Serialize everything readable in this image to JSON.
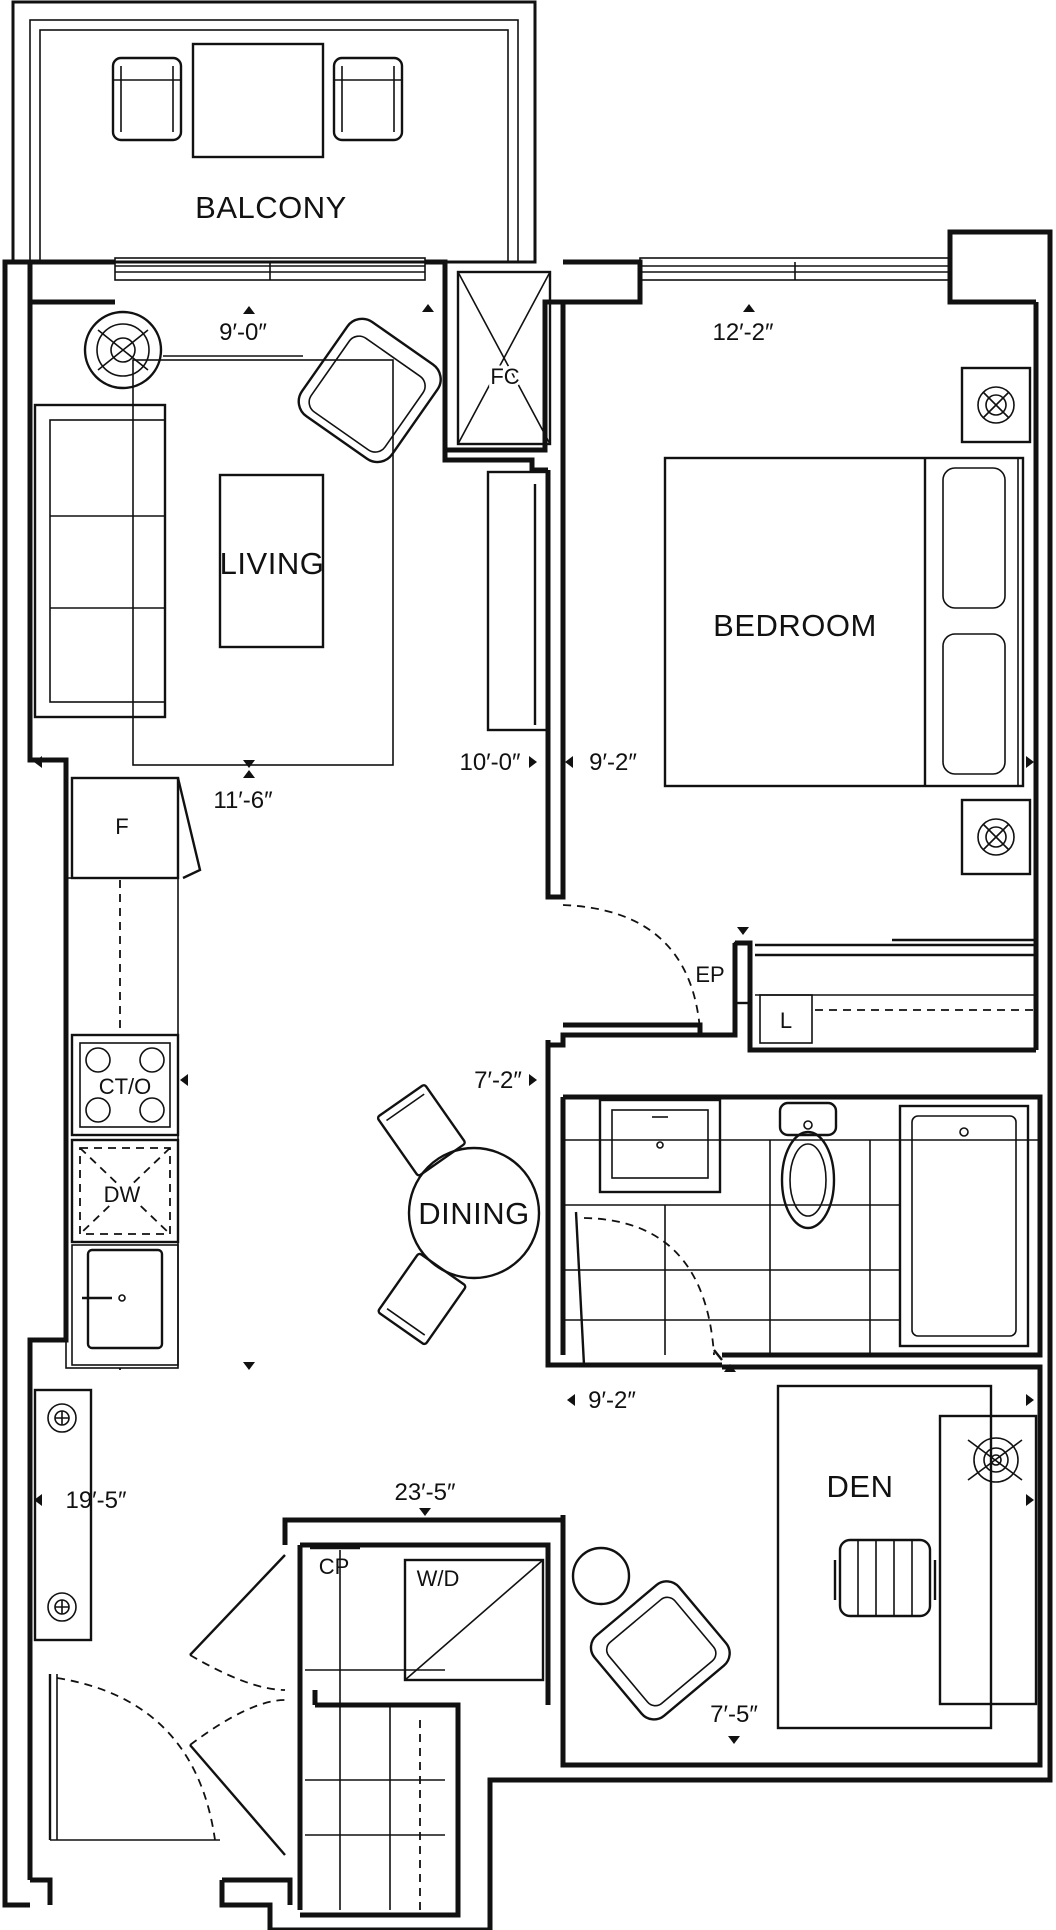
{
  "rooms": {
    "balcony": "BALCONY",
    "living": "LIVING",
    "bedroom": "BEDROOM",
    "dining": "DINING",
    "den": "DEN"
  },
  "fixtures": {
    "fc": "FC",
    "f": "F",
    "ctio": "CT/O",
    "dw": "DW",
    "ep": "EP",
    "l": "L",
    "cp": "CP",
    "wd": "W/D"
  },
  "dimensions": {
    "living_width": "9′-0″",
    "living_depth": "11′-6″",
    "bedroom_width": "12′-2″",
    "bedroom_depth_left": "10′-0″",
    "bedroom_depth_right": "9′-2″",
    "kitchen_width": "7′-2″",
    "bath_width": "9′-2″",
    "unit_length": "19′-5″",
    "unit_width": "23′-5″",
    "den_width": "7′-5″"
  }
}
